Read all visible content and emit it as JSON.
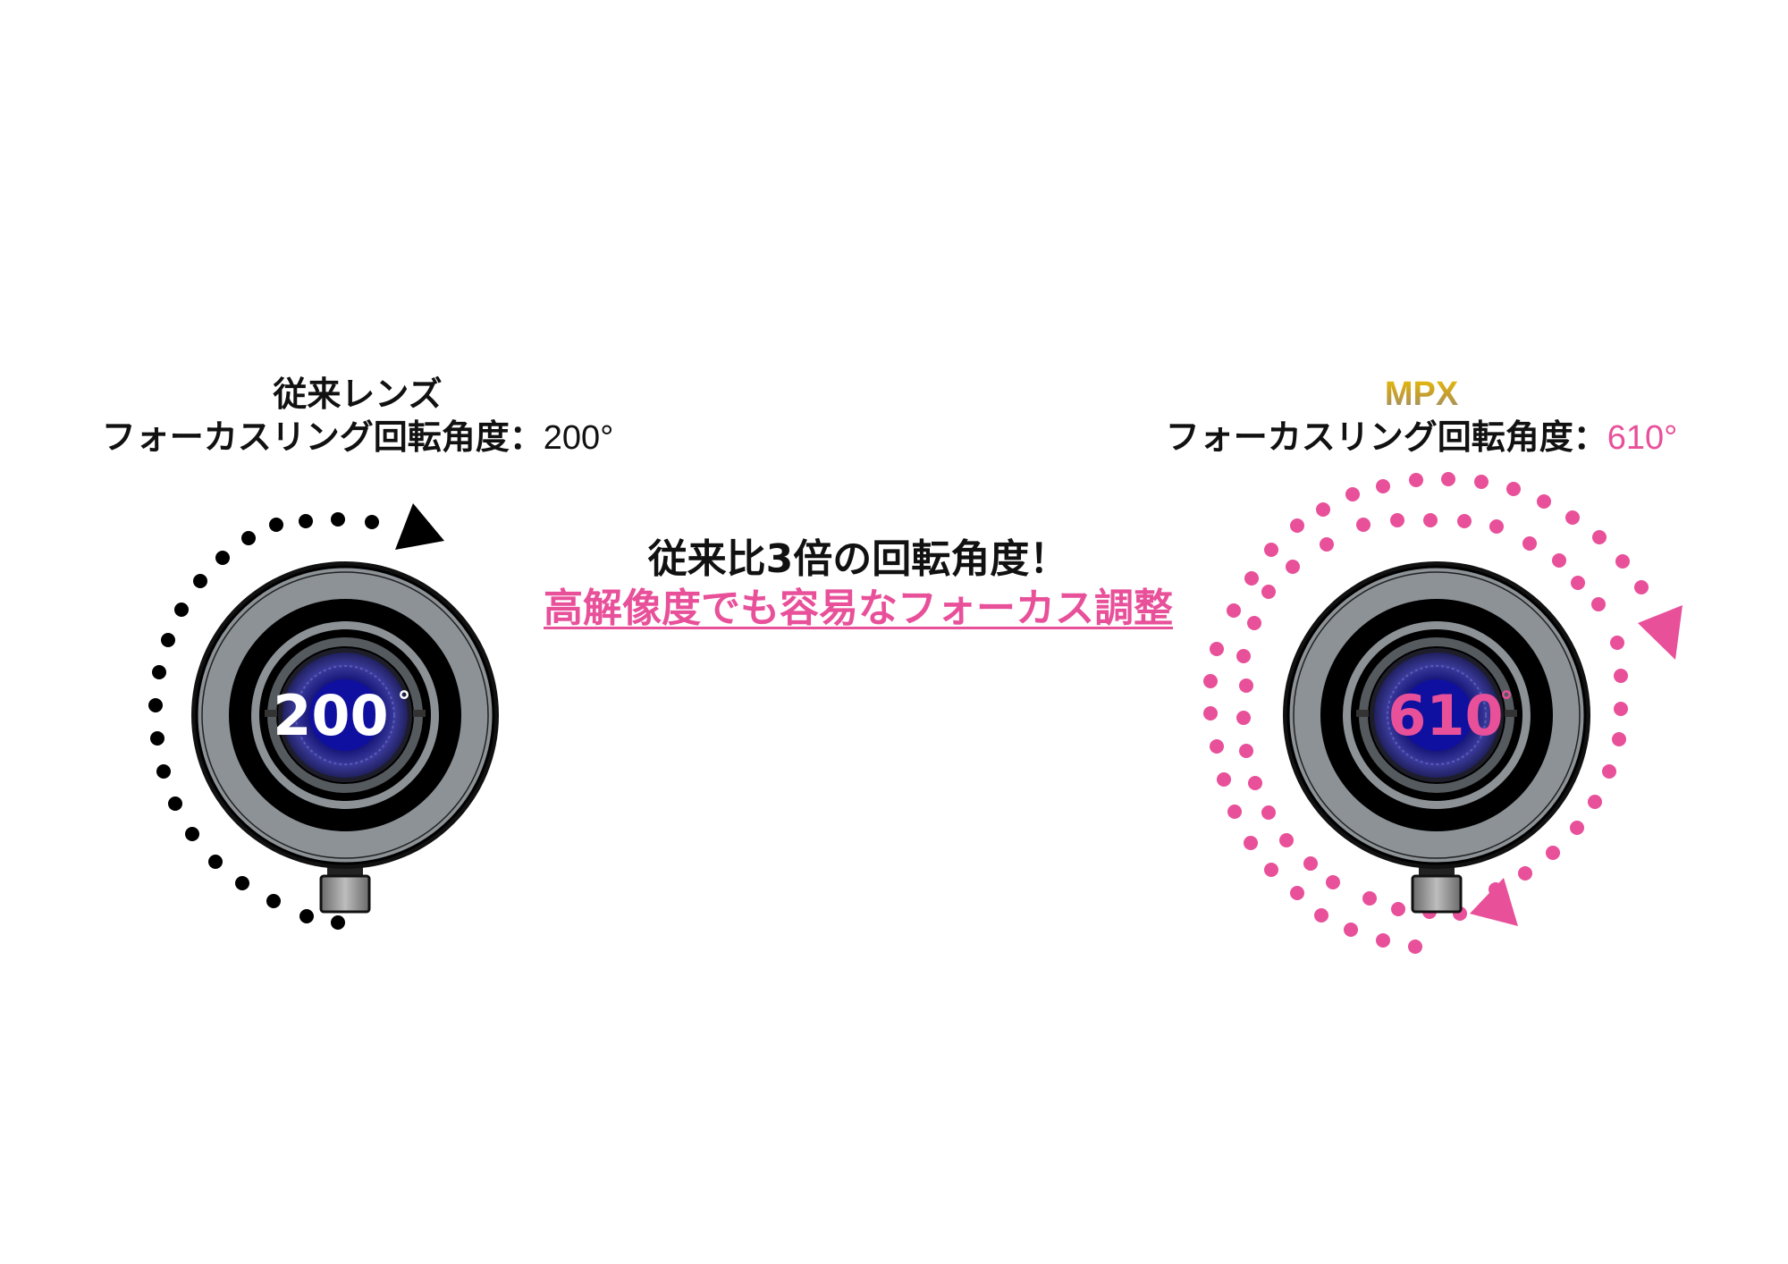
{
  "left": {
    "title": "従来レンズ",
    "subtitle_prefix": "フォーカスリング回転角度：",
    "subtitle_value": "200°",
    "lens_label": "200",
    "lens_label_degree": "°",
    "lens_label_color": "#ffffff",
    "arc_color": "#000000"
  },
  "center": {
    "headline": "従来比3倍の回転角度！",
    "subheadline": "高解像度でも容易なフォーカス調整",
    "subheadline_color": "#e8509a"
  },
  "right": {
    "title": "MPX",
    "subtitle_prefix": "フォーカスリング回転角度：",
    "subtitle_value": "610°",
    "lens_label": "610",
    "lens_label_degree": "°",
    "lens_label_color": "#e8509a",
    "arc_color": "#e8509a"
  },
  "colors": {
    "accent_pink": "#e8509a",
    "mpx_gold": "#f0c400",
    "lens_ring_gray": "#8c9296",
    "lens_blue": "#1a1a8c"
  }
}
